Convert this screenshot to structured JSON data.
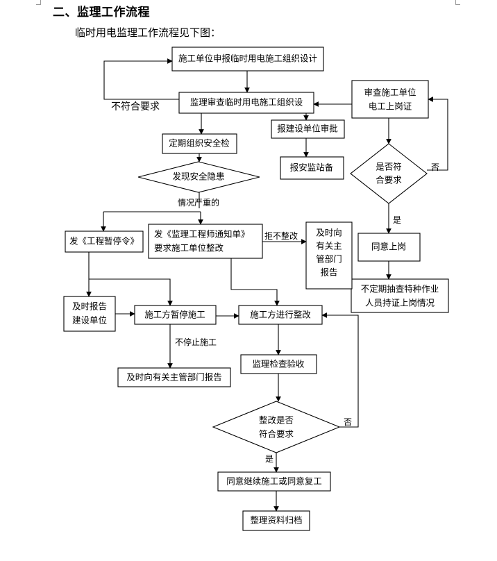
{
  "heading": "二、监理工作流程",
  "intro": "临时用电监理工作流程见下图：",
  "nodes": {
    "submit_design": "施工单位申报临时用电施工组织设计",
    "review_design": "监理审查临时用电施工组织设",
    "submit_owner": "报建设单位审批",
    "report_station": "报安监站备",
    "periodic_check": "定期组织安全检",
    "hazard_found": "发现安全隐患",
    "review_electrician": [
      "审查施工单位",
      "电工上岗证"
    ],
    "meets_req": [
      "是否符",
      "合要求"
    ],
    "agree_post": "同意上岗",
    "spot_check": [
      "不定期抽查特种作业",
      "人员持证上岗情况"
    ],
    "stop_order": "发《工程暂停令》",
    "notice": [
      "发《监理工程师通知单》",
      "要求施工单位整改"
    ],
    "report_authority": [
      "及时向",
      "有关主",
      "管部门",
      "报告"
    ],
    "report_owner": [
      "及时报告",
      "建设单位"
    ],
    "suspend": "施工方暂停施工",
    "rectify": "施工方进行整改",
    "report_dept": "及时向有关主管部门报告",
    "inspect": "监理检查验收",
    "rectify_ok": [
      "整改是否",
      "符合要求"
    ],
    "resume": "同意继续施工或同意复工",
    "archive": "整理资料归档"
  },
  "labels": {
    "not_meet": "不符合要求",
    "serious": "情况严重的",
    "refuse": "拒不整改",
    "no": "否",
    "yes": "是",
    "not_stop": "不停止施工"
  }
}
